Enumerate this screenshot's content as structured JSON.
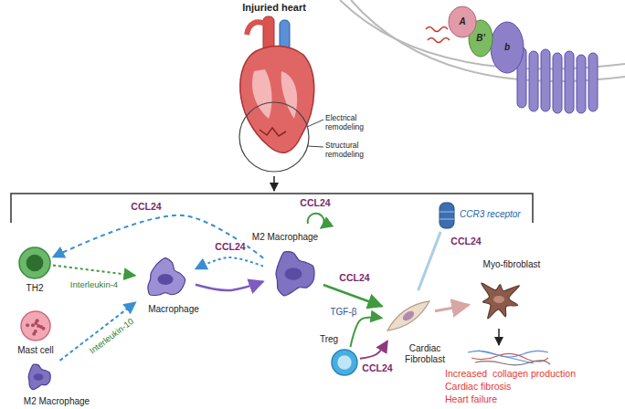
{
  "diagram": {
    "nodes": [
      {
        "text": [
          "Injuried heart"
        ]
      },
      {
        "text": [
          "CCR3 receptor"
        ]
      },
      {
        "text": [
          "TH2"
        ]
      },
      {
        "text": [
          "Mast cell"
        ]
      },
      {
        "text": [
          "Macrophage"
        ]
      },
      {
        "text": [
          "M2 Macrophage"
        ]
      },
      {
        "text": [
          "M2 Macrophage"
        ]
      },
      {
        "text": [
          "Treg"
        ]
      },
      {
        "text": [
          "Cardiac Fibroblast"
        ]
      },
      {
        "text": [
          "Myo-fibroblast"
        ]
      }
    ],
    "edges": [
      {
        "from": 2,
        "to": 4,
        "arrow": "to",
        "label": "Interleukin-4"
      },
      {
        "from": 6,
        "to": 4,
        "arrow": "to",
        "label": "Interleukin-10"
      },
      {
        "from": 4,
        "to": 5,
        "arrow": "to"
      },
      {
        "from": 5,
        "to": 2,
        "arrow": "to",
        "label": "CCL24"
      },
      {
        "from": 5,
        "to": 4,
        "arrow": "to",
        "label": "CCL24"
      },
      {
        "from": 5,
        "to": 8,
        "arrow": "to",
        "label": "CCL24"
      },
      {
        "from": 7,
        "to": 8,
        "arrow": "to",
        "label": "TGF-β"
      },
      {
        "from": 7,
        "to": 8,
        "arrow": "to",
        "label": "CCL24"
      },
      {
        "from": 8,
        "to": 9,
        "arrow": "to"
      },
      {
        "from": 1,
        "to": 8,
        "arrow": "none"
      }
    ],
    "labels": [
      "Electrical remodeling",
      "Structural remodeling",
      "A",
      "B'",
      "b",
      "CCL24",
      "CCL24",
      "Increased  collagen production",
      "Cardiac fibrosis",
      "Heart failure"
    ]
  }
}
